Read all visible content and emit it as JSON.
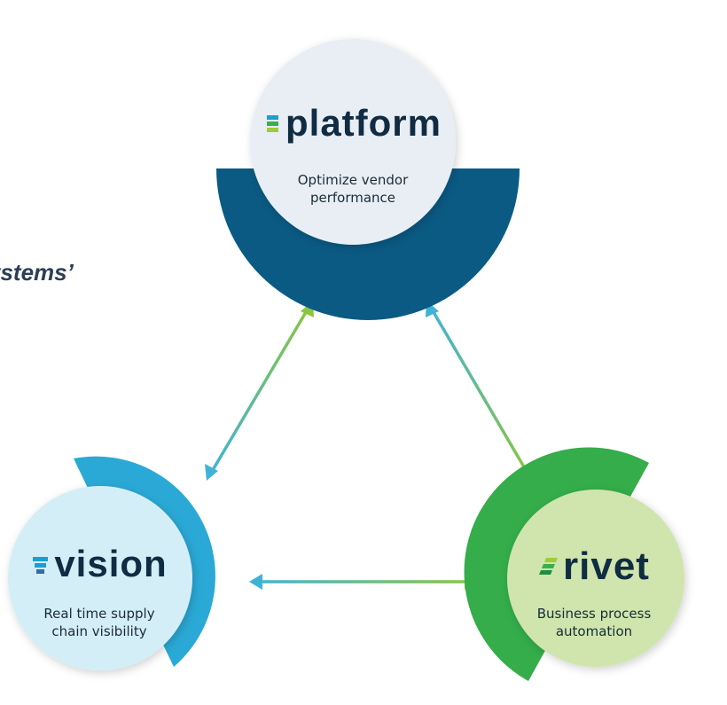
{
  "header": {
    "title_fragment": "ystems’"
  },
  "colors": {
    "platform_ring": "#0a5a84",
    "platform_fill": "#e8eef3",
    "vision_ring": "#2aa9d6",
    "vision_fill": "#d4eef7",
    "rivet_ring": "#34ad4a",
    "rivet_fill": "#cfe5ad",
    "wordmark": "#102c43",
    "arrow_teal": "#4ab8d0",
    "arrow_green": "#8cc63f"
  },
  "nodes": {
    "platform": {
      "name": "platform",
      "desc_lines": [
        "Optimize vendor",
        "performance"
      ]
    },
    "vision": {
      "name": "vision",
      "desc_lines": [
        "Real time supply",
        "chain visibility"
      ]
    },
    "rivet": {
      "name": "rivet",
      "desc_lines": [
        "Business process",
        "automation"
      ]
    }
  },
  "icons": {
    "platform_logo": "stacked-bars-icon",
    "vision_logo": "stacked-bars-icon",
    "rivet_logo": "slanted-bars-icon",
    "connector": "double-arrow"
  }
}
